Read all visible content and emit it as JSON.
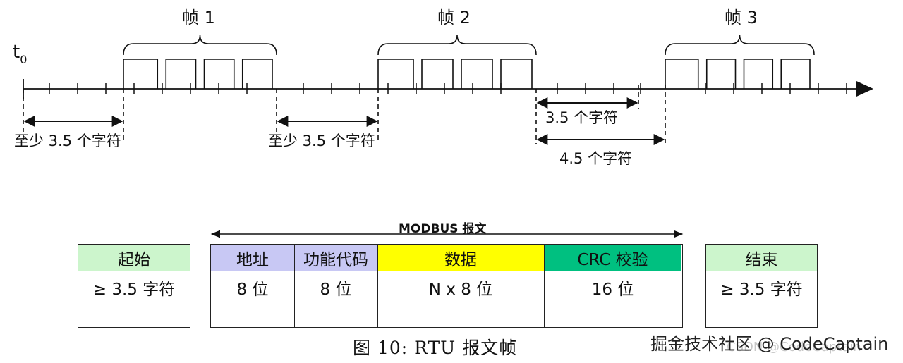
{
  "timeline": {
    "t0_label": "t",
    "t0_subscript": "0",
    "frames": [
      {
        "label": "帧 1"
      },
      {
        "label": "帧 2"
      },
      {
        "label": "帧 3"
      }
    ],
    "gaps": [
      {
        "label": "至少 3.5 个字符"
      },
      {
        "label": "至少 3.5 个字符"
      },
      {
        "label": "3.5 个字符"
      },
      {
        "label": "4.5 个字符"
      }
    ]
  },
  "message": {
    "title": "MODBUS 报文",
    "start": {
      "header": "起始",
      "value": "≥ 3.5 字符",
      "color": "#ccf5cc"
    },
    "fields": [
      {
        "header": "地址",
        "value": "8 位",
        "color": "#c8c8f4"
      },
      {
        "header": "功能代码",
        "value": "8 位",
        "color": "#c8c8f4"
      },
      {
        "header": "数据",
        "value": "N x 8 位",
        "color": "#ffff00"
      },
      {
        "header": "CRC 校验",
        "value": "16 位",
        "color": "#00c080"
      }
    ],
    "end": {
      "header": "结束",
      "value": "≥ 3.5 字符",
      "color": "#ccf5cc"
    }
  },
  "caption": "图  10:    RTU  报文帧",
  "watermark": "掘金技术社区 @ CodeCaptain",
  "watermark_faint": "CSDN @CodeCaptain"
}
